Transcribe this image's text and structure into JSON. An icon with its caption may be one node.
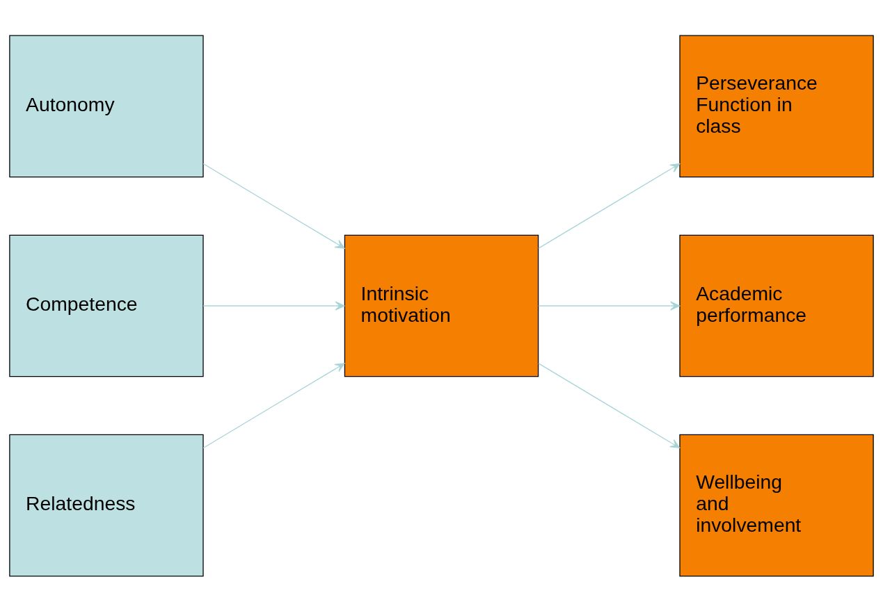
{
  "diagram": {
    "nodes": [
      {
        "text": [
          "Autonomy"
        ]
      },
      {
        "text": [
          "Competence"
        ]
      },
      {
        "text": [
          "Relatedness"
        ]
      },
      {
        "text": [
          "Intrinsic motivation"
        ]
      },
      {
        "text": [
          "Perseverance Function in class"
        ]
      },
      {
        "text": [
          "Academic performance"
        ]
      },
      {
        "text": [
          "Wellbeing and involvement"
        ]
      }
    ],
    "edges": [
      {
        "from": 0,
        "to": 3,
        "arrow": "to"
      },
      {
        "from": 1,
        "to": 3,
        "arrow": "to"
      },
      {
        "from": 2,
        "to": 3,
        "arrow": "to"
      },
      {
        "from": 3,
        "to": 4,
        "arrow": "to"
      },
      {
        "from": 3,
        "to": 5,
        "arrow": "to"
      },
      {
        "from": 3,
        "to": 6,
        "arrow": "to"
      }
    ]
  }
}
